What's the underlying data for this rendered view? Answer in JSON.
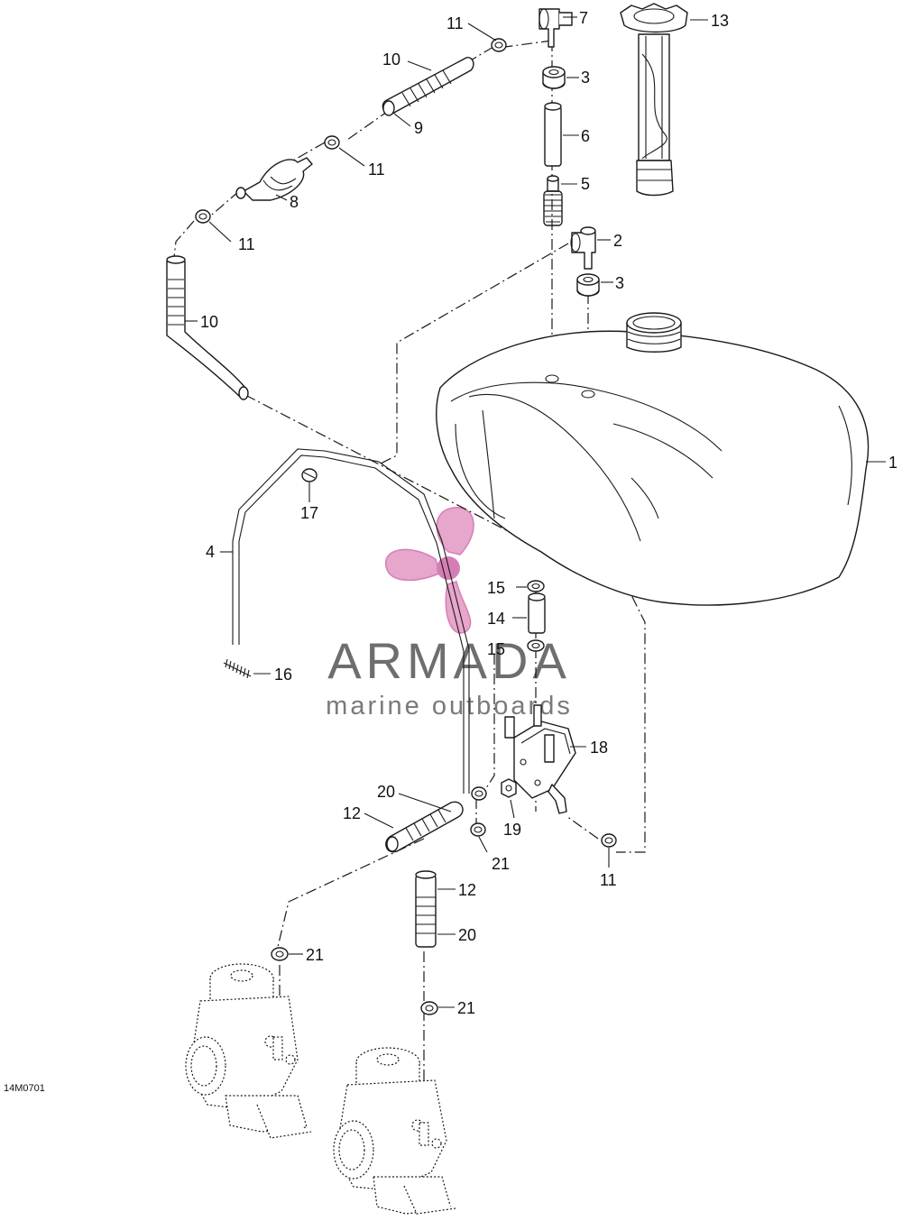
{
  "diagram_code": "14M0701",
  "watermark": {
    "title": "ARMADA",
    "subtitle": "marine outboards",
    "title_color": "#6e6e6e",
    "subtitle_color": "#7a7a7a",
    "logo_color": "#e7a6cc",
    "logo_dark": "#d47fb3"
  },
  "callouts": [
    "11",
    "7",
    "13",
    "10",
    "3",
    "9",
    "6",
    "11",
    "5",
    "8",
    "11",
    "2",
    "3",
    "10",
    "1",
    "17",
    "4",
    "15",
    "14",
    "15",
    "16",
    "18",
    "20",
    "12",
    "19",
    "21",
    "11",
    "12",
    "20",
    "21",
    "21"
  ]
}
